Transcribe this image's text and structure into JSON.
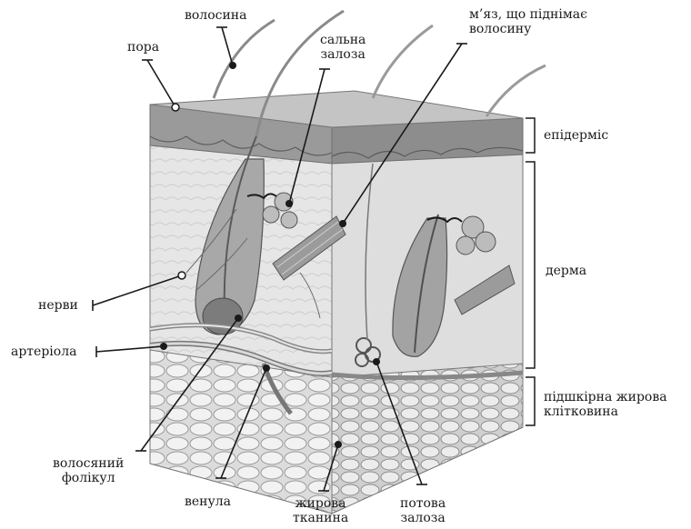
{
  "labels": {
    "hair": "волосина",
    "pore": "пора",
    "sebaceous_gland": [
      "сальна",
      "залоза"
    ],
    "arrector_muscle": [
      "м’яз, що піднімає",
      "волосину"
    ],
    "epidermis": "епідерміс",
    "dermis": "дерма",
    "hypodermis": [
      "підшкірна жирова",
      "клітковина"
    ],
    "nerves": "нерви",
    "arteriole": "артеріола",
    "hair_follicle": [
      "волосяний",
      "фолікул"
    ],
    "venule": "венула",
    "adipose_tissue": [
      "жирова",
      "тканина"
    ],
    "sweat_gland": [
      "потова",
      "залоза"
    ]
  },
  "colors": {
    "ink": "#1a1a1a",
    "epidermis_top": "#bdbdbd",
    "epidermis_body": "#8f8f8f",
    "dermis": "#e4e4e4",
    "fat": "#d6d6d6",
    "follicle": "#a9a9a9"
  }
}
